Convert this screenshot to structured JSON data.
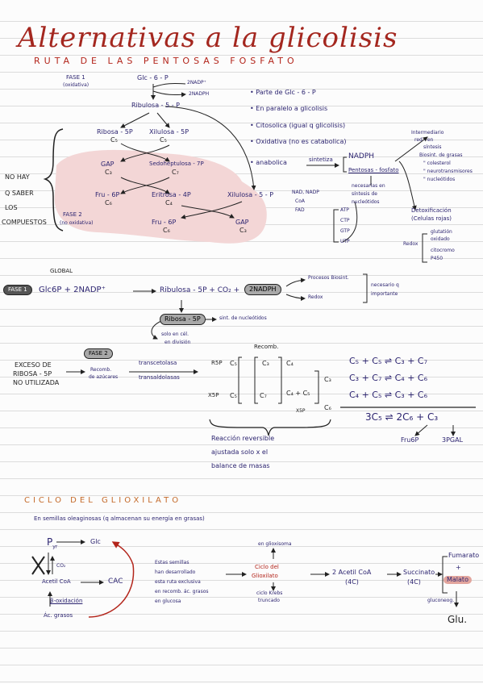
{
  "title": "Alternativas a la glicolisis",
  "subtitle": "RUTA DE LAS PENTOSAS FOSFATO",
  "diagram1": {
    "fase1": "FASE 1",
    "fase1_sub": "(oxidativa)",
    "glc6p": "Glc - 6 - P",
    "nadp_in": "2NADP⁺",
    "nadph_out": "2NADPH",
    "ribulosa": "Ribulosa - 5 - P",
    "ribosa5p": "Ribosa - 5P",
    "c5a": "C₅",
    "xilulosa5p": "Xilulosa - 5P",
    "c5b": "C₅",
    "gap1": "GAP",
    "c3a": "C₃",
    "sedoheptulosa": "Sedoheptulosa - 7P",
    "c7": "C₇",
    "fru6p1": "Fru - 6P",
    "c6a": "C₆",
    "eritrosa": "Eritrosa - 4P",
    "c4": "C₄",
    "xilulosa5p_right": "Xilulosa - 5 - P",
    "fru6p2": "Fru - 6P",
    "c6b": "C₆",
    "gap2": "GAP",
    "c3b": "C₃",
    "fase2": "FASE 2",
    "fase2_sub": "(no oxidativa)",
    "left_label": [
      "NO HAY",
      "Q SABER",
      "LOS",
      "COMPUESTOS"
    ]
  },
  "bullets": [
    "Parte de Glc - 6 - P",
    "En paralelo a glicolisis",
    "Citosolica (igual q glicolisis)",
    "Oxidativa (no es catabolica)",
    "anabolica"
  ],
  "notes1": {
    "sintetiza": "sintetiza",
    "nadph": "NADPH",
    "pentosas": "Pentosas - fosfato",
    "necesarias": [
      "necesarias en",
      "síntesis de",
      "nucleótidos"
    ],
    "intermediario": [
      "Intermediario",
      "red - en"
    ],
    "sintesis_list": [
      "síntesis",
      "Biosint. de grasas",
      "\" colesterol",
      "\" neurotransmisores",
      "\" nucleótidos"
    ],
    "nad": [
      "NAD, NADP",
      "CoA",
      "FAD"
    ],
    "nucleos": [
      "ATP",
      "CTP",
      "GTP",
      "UTP"
    ],
    "detox": [
      "Detoxificación",
      "(Celulas rojas)"
    ],
    "redox_label": "Redox",
    "redox": [
      "glutatión",
      "oxidado",
      "citocromo",
      "P450"
    ]
  },
  "global": {
    "label": "GLOBAL",
    "fase1": "FASE 1",
    "equation": "Glc6P + 2NADP⁺",
    "product": "Ribulosa - 5P + CO₂ +",
    "nadph": "2NADPH",
    "procesos": "Procesos Biosint.",
    "redox": "Redox",
    "necesario": [
      "necesario q",
      "importante"
    ],
    "ribosa": "Ribosa - 5P",
    "sintesis_nucl": "sint. de nucleótidos",
    "solo": [
      "solo en cél.",
      "en división"
    ]
  },
  "fase2box": {
    "exceso": [
      "EXCESO DE",
      "RIBOSA - 5P",
      "NO UTILIZADA"
    ],
    "fase2": "FASE 2",
    "recomb": [
      "Recomb.",
      "de azúcares"
    ],
    "transc": [
      "transcetolasa",
      "transaldolasas"
    ],
    "recomb_top": "Recomb.",
    "r5p1": "R5P",
    "c5_1": "C₅",
    "x5p": "X5P",
    "c5_2": "C₅",
    "c3": "C₃",
    "c7": "C₇",
    "c4": "C₄",
    "c4c5": "C₄ + C₅",
    "c3r": "C₃",
    "c6r": "C₆",
    "x5p2": "X5P",
    "reaccion": [
      "Reacción reversible",
      "ajustada solo x el",
      "balance de masas"
    ],
    "eq1": "C₅ + C₅ ⇌ C₃ + C₇",
    "eq2": "C₃ + C₇ ⇌ C₄ + C₆",
    "eq3": "C₄ + C₅ ⇌ C₃ + C₆",
    "eq_total": "3C₅ ⇌ 2C₆ + C₃",
    "fru6p": "Fru6P",
    "gal3p": "3PGAL"
  },
  "glioxilato": {
    "title": "CICLO DEL GLIOXILATO",
    "sub": "En semillas oleaginosas (q almacenan su energía en grasas)",
    "pyr": "P",
    "pyr_sub": "yr",
    "glc": "Glc",
    "co2": "CO₂",
    "acetil": "Acetil CoA",
    "cac": "CAC",
    "beta": "β-oxidación",
    "ac_grasos": "Ác. grasos",
    "estas": [
      "Estas semillas",
      "han desarrollado",
      "esta ruta exclusiva",
      "en recomb. ác. grasos",
      "en glucosa"
    ],
    "glioxisoma": "en glioxisoma",
    "ciclo": [
      "Ciclo del",
      "Glioxilato"
    ],
    "ciclo_krebs": [
      "ciclo Krebs",
      "truncado"
    ],
    "acetil2": "2 Acetil CoA",
    "c4": "(4C)",
    "succinato": "Succinato",
    "c4b": "(4C)",
    "fumarato": "Fumarato",
    "plus": "+",
    "malato": "Malato",
    "gluconeog": "gluconeog.",
    "glu": "Glu."
  },
  "colors": {
    "ink": "#2c2470",
    "red": "#b3251b",
    "orange": "#c46a2a",
    "blob": "#f3d6d6"
  }
}
